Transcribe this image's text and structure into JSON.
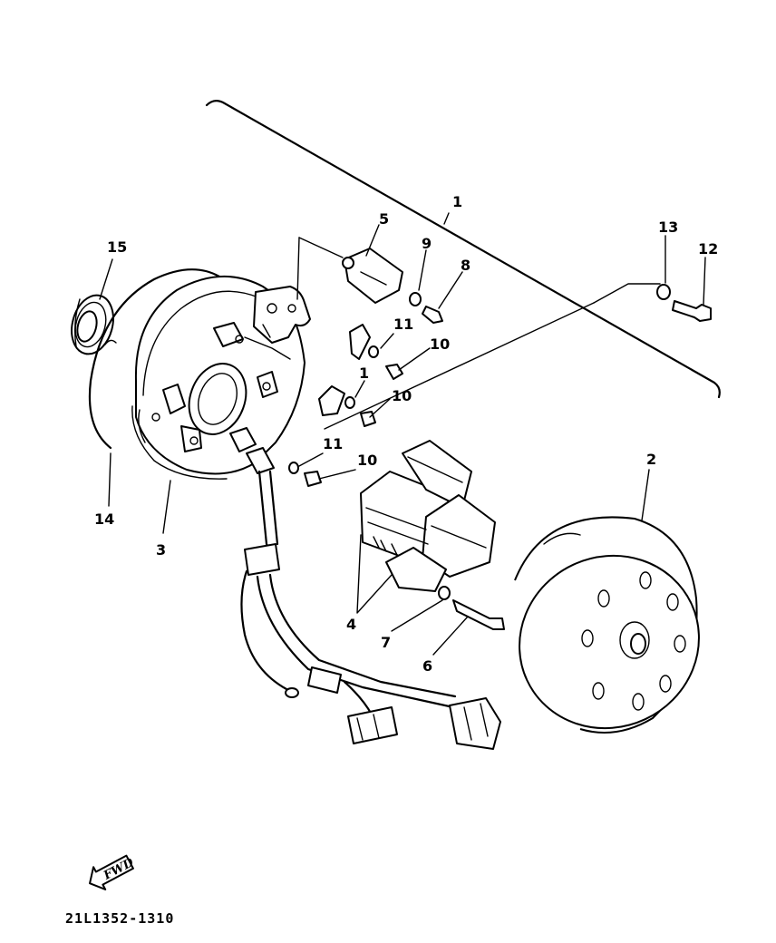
{
  "callouts": {
    "c1": "1",
    "c2": "2",
    "c3": "3",
    "c4": "4",
    "c5": "5",
    "c6": "6",
    "c7": "7",
    "c8": "8",
    "c9": "9",
    "c10a": "10",
    "c10b": "10",
    "c10c": "10",
    "c11a": "11",
    "c11b": "1",
    "c11c": "11",
    "c12": "12",
    "c13": "13",
    "c14": "14",
    "c15": "15"
  },
  "fwd_label": "FWD",
  "reference_code": "21L1352-1310"
}
